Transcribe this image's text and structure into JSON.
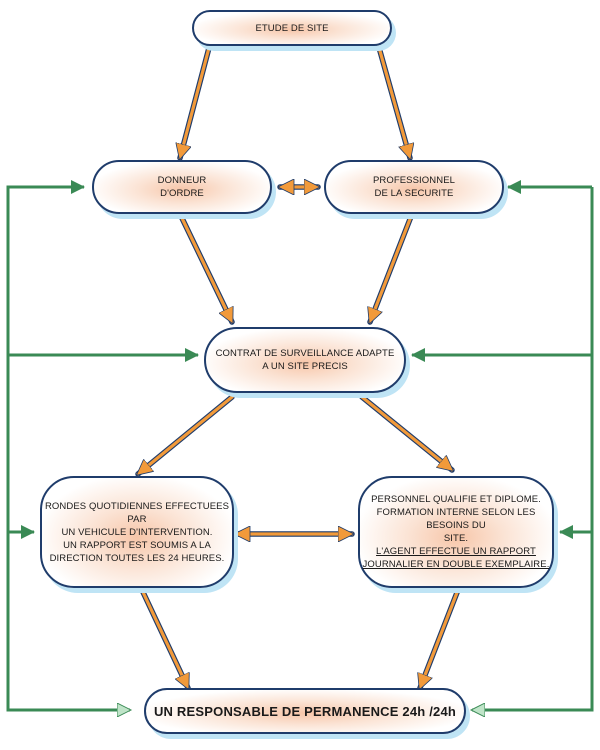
{
  "nodes": {
    "etude": {
      "line1": "ETUDE DE SITE"
    },
    "donneur": {
      "line1": "DONNEUR",
      "line2": "D'ORDRE"
    },
    "professionnel": {
      "line1": "PROFESSIONNEL",
      "line2": "DE LA SECURITE"
    },
    "contrat": {
      "line1": "CONTRAT DE SURVEILLANCE ADAPTE",
      "line2": "A UN SITE PRECIS"
    },
    "rondes": {
      "line1": "RONDES QUOTIDIENNES EFFECTUEES PAR",
      "line2": "UN VEHICULE D'INTERVENTION.",
      "line3": "UN RAPPORT EST SOUMIS A LA",
      "line4": "DIRECTION TOUTES LES 24 HEURES."
    },
    "personnel": {
      "line1": "PERSONNEL QUALIFIE ET DIPLOME.",
      "line2": "FORMATION INTERNE SELON LES BESOINS DU",
      "line3": "SITE.",
      "line4": "L'AGENT EFFECTUE UN RAPPORT",
      "line5": "JOURNALIER EN DOUBLE EXEMPLAIRE."
    },
    "responsable": {
      "line1": "UN RESPONSABLE DE PERMANENCE 24h /24h"
    }
  },
  "colors": {
    "orange_arrow": "#f29a3a",
    "blue_outline": "#1f3c6b",
    "green_arrow": "#3a8a55",
    "shadow": "#bfe4f5"
  }
}
